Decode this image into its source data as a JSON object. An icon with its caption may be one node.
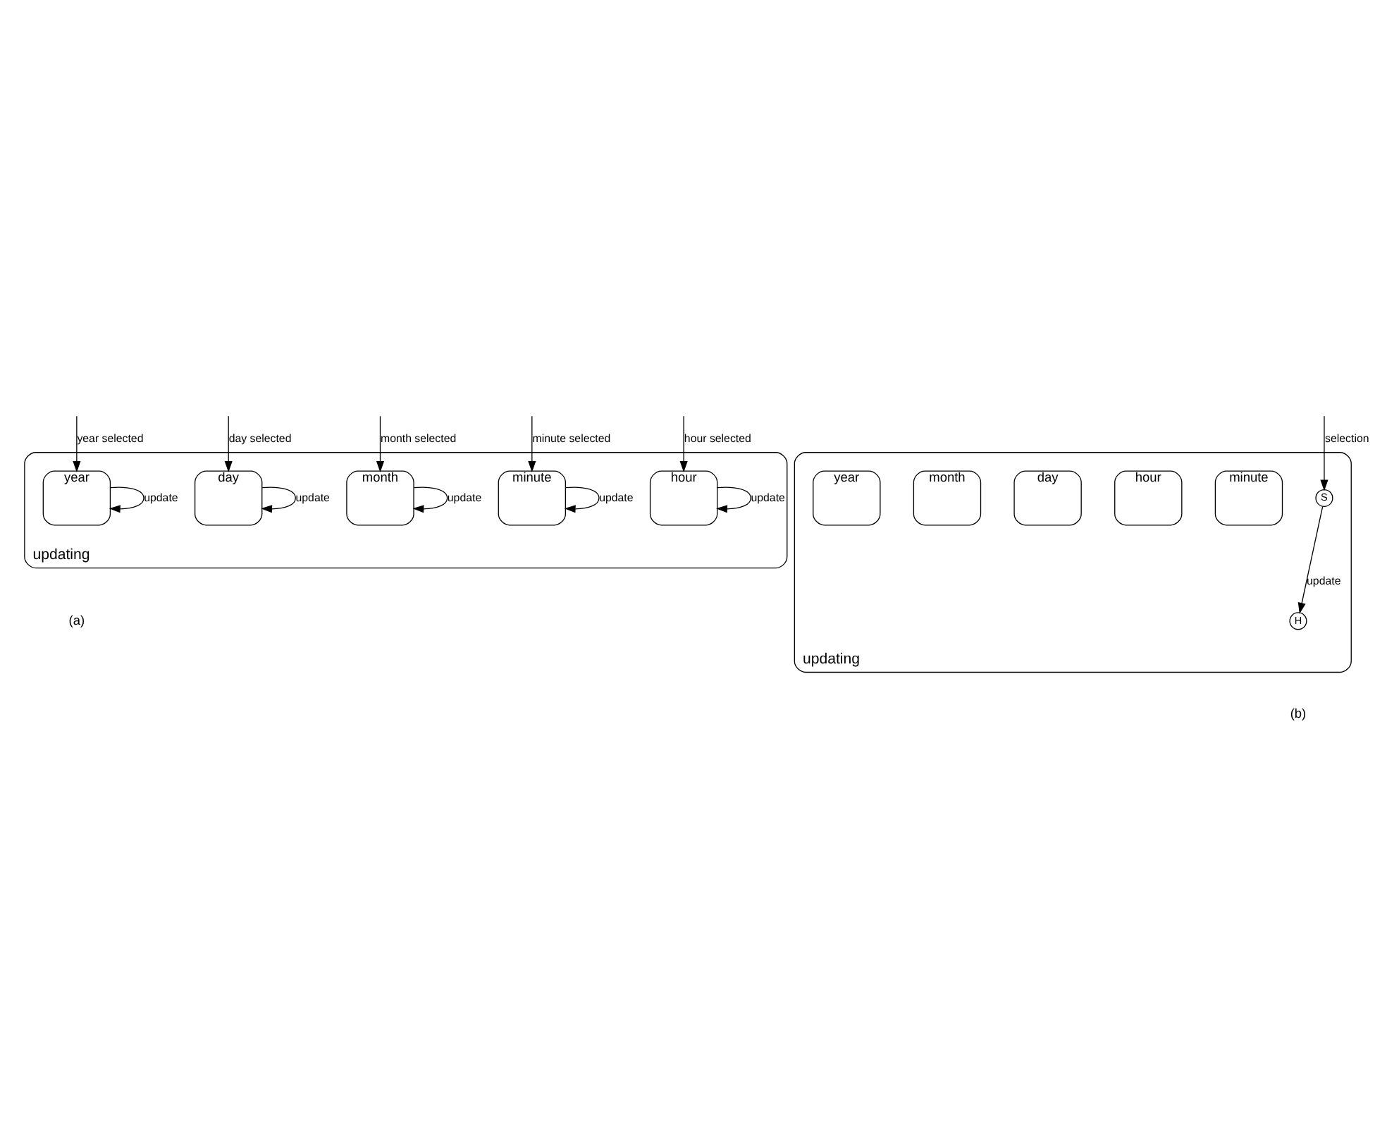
{
  "diagram": {
    "nodes": [
      {
        "text": [
          "updating"
        ]
      },
      {
        "text": [
          "minute"
        ],
        "in": 0
      },
      {
        "text": [
          "hour"
        ],
        "in": 0
      },
      {
        "text": [
          "day"
        ],
        "in": 0
      },
      {
        "text": [
          "month"
        ],
        "in": 0
      },
      {
        "text": [
          "year"
        ],
        "in": 0
      },
      {
        "text": [
          "updating"
        ]
      },
      {
        "text": [
          "S"
        ],
        "in": 6
      },
      {
        "text": [
          "minute"
        ],
        "in": 6
      },
      {
        "text": [
          "hour"
        ],
        "in": 6
      },
      {
        "text": [
          "day"
        ],
        "in": 6
      },
      {
        "text": [
          "month"
        ],
        "in": 6
      },
      {
        "text": [
          "year"
        ],
        "in": 6
      },
      {
        "text": [
          "H"
        ],
        "in": 6
      }
    ],
    "edges": [
      {
        "from": null,
        "to": 5,
        "arrow": "to",
        "label": "year selected"
      },
      {
        "from": null,
        "to": 3,
        "arrow": "to",
        "label": "day selected"
      },
      {
        "from": null,
        "to": 4,
        "arrow": "to",
        "label": "month selected"
      },
      {
        "from": null,
        "to": 1,
        "arrow": "to",
        "label": "minute selected"
      },
      {
        "from": null,
        "to": 2,
        "arrow": "to",
        "label": "hour selected"
      },
      {
        "from": 1,
        "to": 1,
        "arrow": "to",
        "label": "update"
      },
      {
        "from": 2,
        "to": 2,
        "arrow": "to",
        "label": "update"
      },
      {
        "from": 3,
        "to": 3,
        "arrow": "to",
        "label": "update"
      },
      {
        "from": 4,
        "to": 4,
        "arrow": "to",
        "label": "update"
      },
      {
        "from": 5,
        "to": 5,
        "arrow": "to",
        "label": "update"
      },
      {
        "from": null,
        "to": 7,
        "arrow": "to",
        "label": "selection"
      },
      {
        "from": 6,
        "to": 13,
        "arrow": "to",
        "label": "update"
      }
    ],
    "labels": [
      "(a)",
      "(b)"
    ]
  }
}
